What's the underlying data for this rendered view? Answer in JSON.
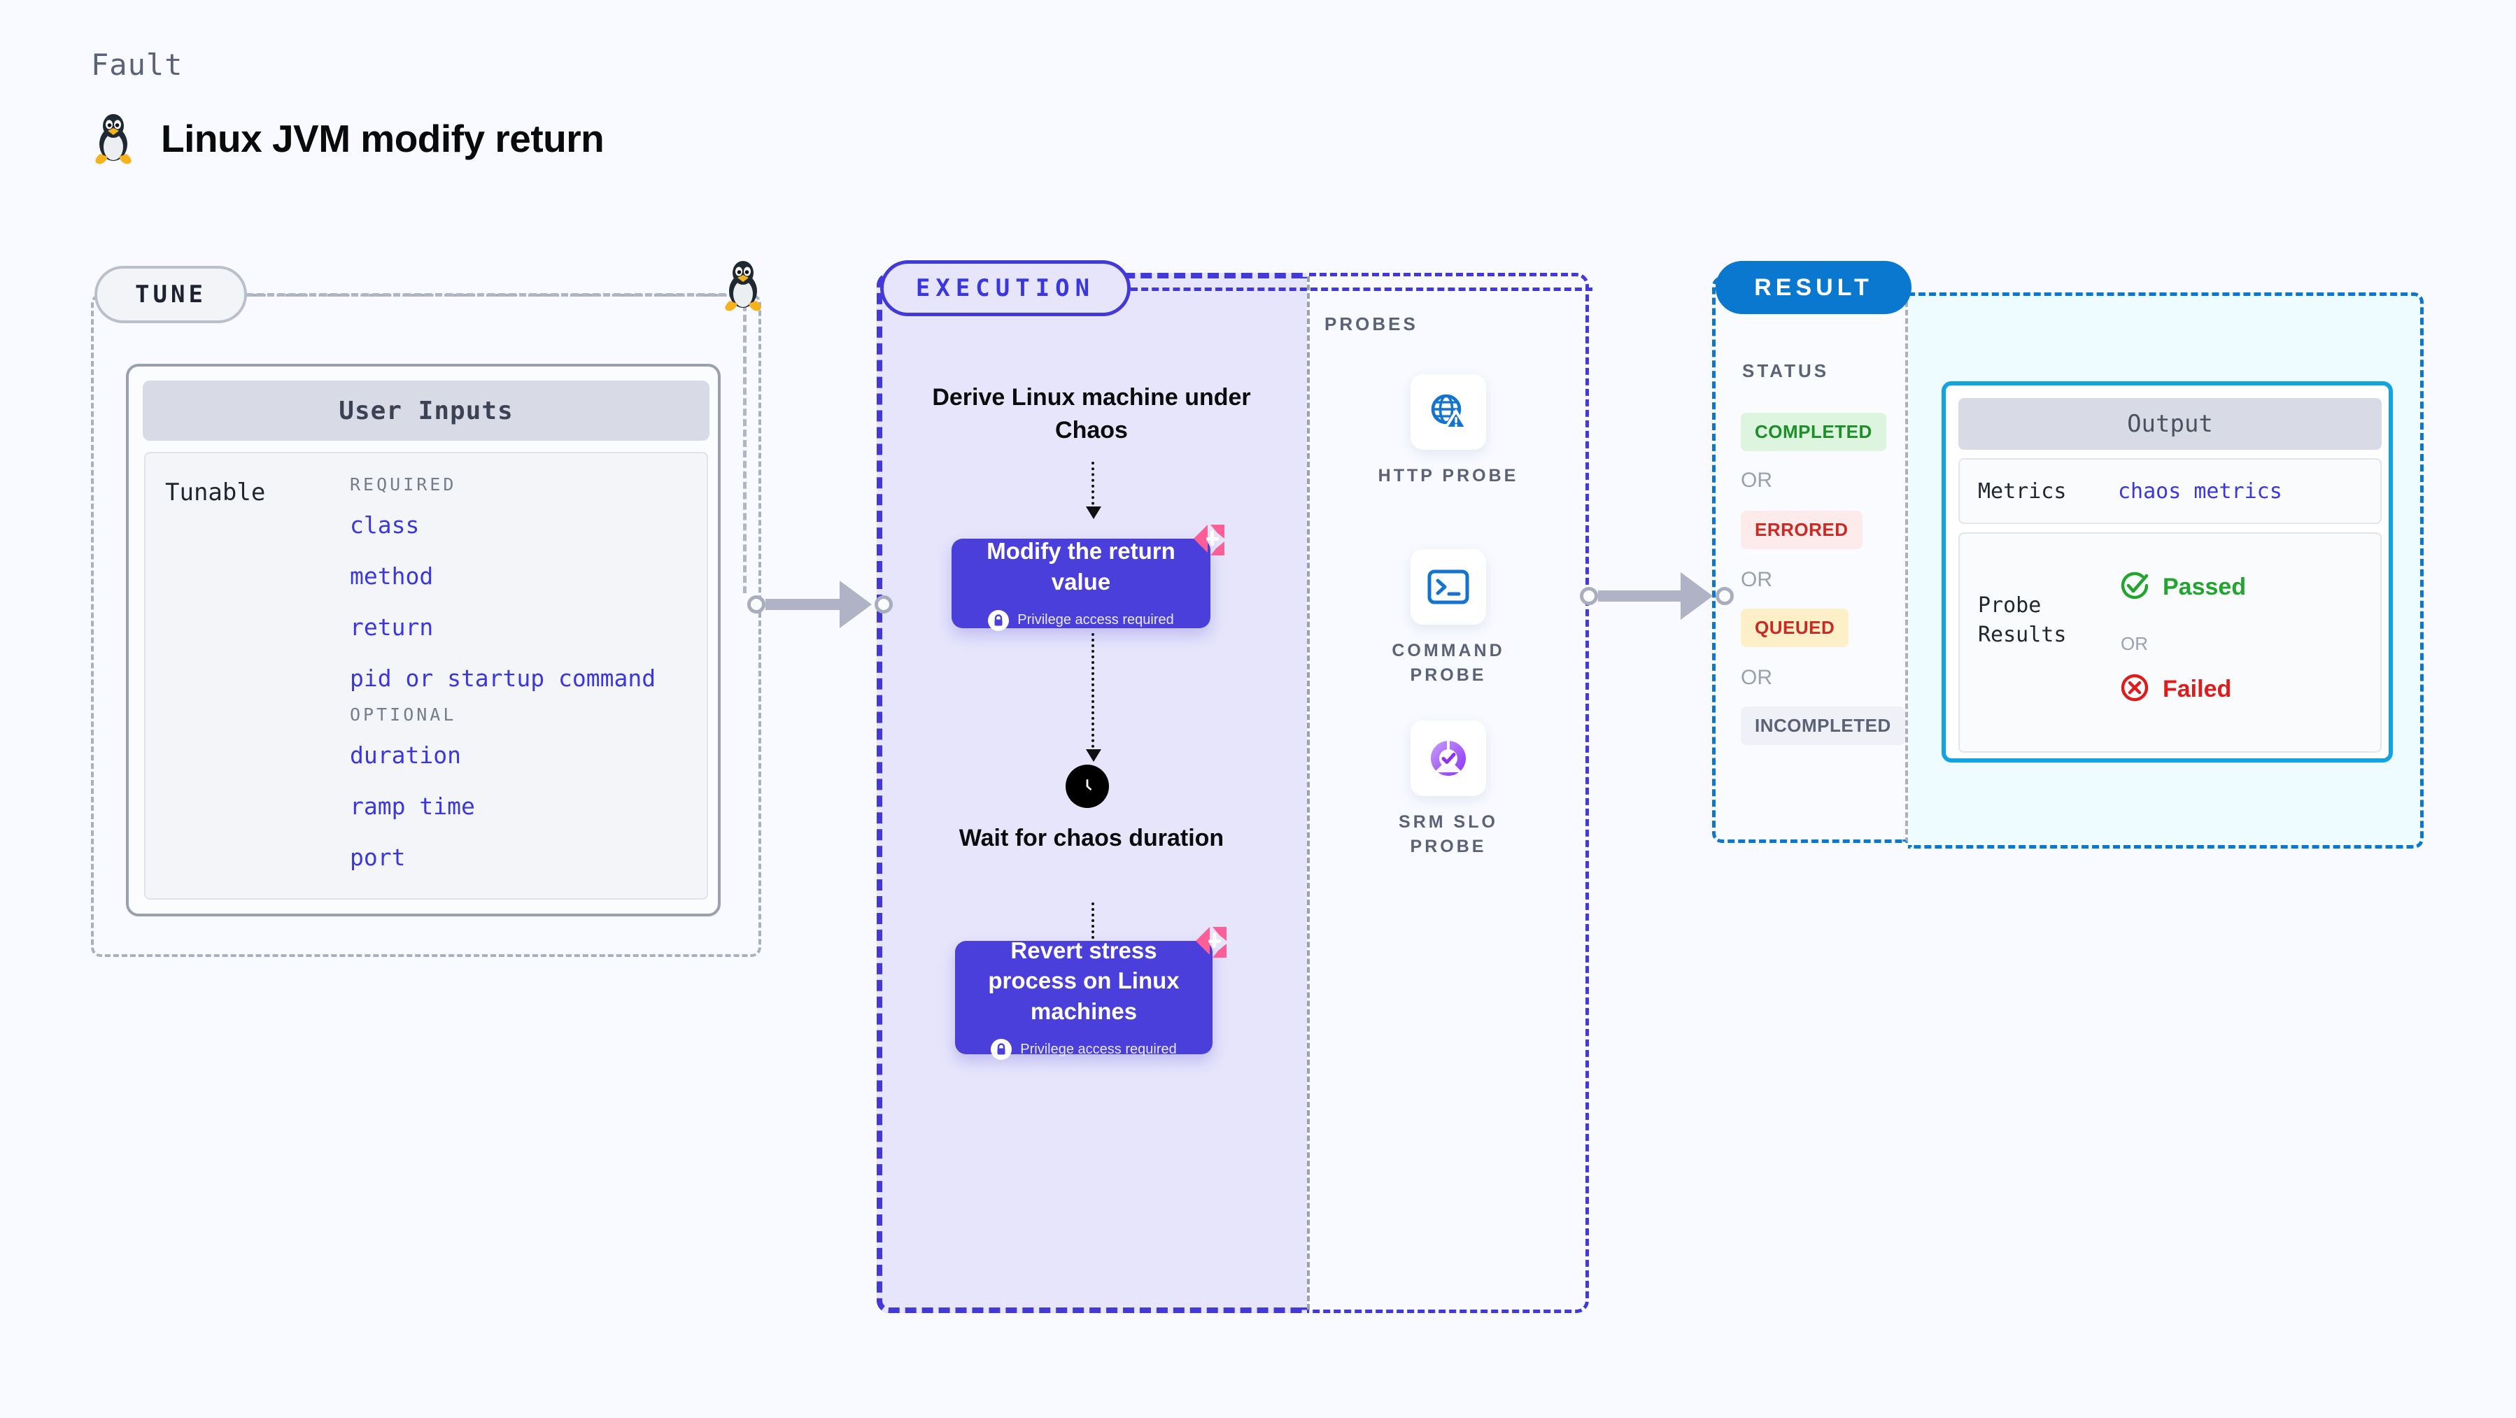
{
  "header": {
    "kicker": "Fault",
    "title": "Linux JVM modify return",
    "icon": "linux-penguin-icon"
  },
  "tune": {
    "badge": "TUNE",
    "connector_icon": "linux-penguin-icon",
    "card": {
      "title": "User Inputs",
      "row_label": "Tunable",
      "groups": [
        {
          "title": "REQUIRED",
          "items": [
            "class",
            "method",
            "return",
            "pid or startup command"
          ]
        },
        {
          "title": "OPTIONAL",
          "items": [
            "duration",
            "ramp time",
            "port"
          ]
        }
      ]
    }
  },
  "execution": {
    "badge": "EXECUTION",
    "steps": [
      {
        "type": "text",
        "label": "Derive Linux machine under Chaos"
      },
      {
        "type": "node",
        "label": "Modify the return value",
        "privilege": "Privilege access required",
        "badge_icon": "litmus-chaos-icon",
        "lock_icon": "lock-icon"
      },
      {
        "type": "wait",
        "label": "Wait for chaos duration",
        "icon": "clock-icon"
      },
      {
        "type": "node",
        "label": "Revert stress process on Linux machines",
        "privilege": "Privilege access required",
        "badge_icon": "litmus-chaos-icon",
        "lock_icon": "lock-icon"
      }
    ]
  },
  "probes": {
    "title": "PROBES",
    "items": [
      {
        "label": "HTTP PROBE",
        "icon": "globe-warning-icon"
      },
      {
        "label": "COMMAND PROBE",
        "icon": "terminal-icon"
      },
      {
        "label": "SRM SLO PROBE",
        "icon": "donut-check-icon"
      }
    ]
  },
  "result": {
    "badge": "RESULT",
    "status_title": "STATUS",
    "or_label": "OR",
    "statuses": [
      {
        "label": "COMPLETED",
        "bg": "#ddf5df",
        "fg": "#1c8f28"
      },
      {
        "label": "ERRORED",
        "bg": "#fdeaea",
        "fg": "#c92a24"
      },
      {
        "label": "QUEUED",
        "bg": "#fdf0c8",
        "fg": "#c92a24"
      },
      {
        "label": "INCOMPLETED",
        "bg": "#eff1f7",
        "fg": "#5b6277"
      }
    ],
    "output": {
      "title": "Output",
      "metrics_label": "Metrics",
      "metrics_value": "chaos metrics",
      "probe_results_label": "Probe Results",
      "passed": {
        "label": "Passed",
        "color": "#22a52e",
        "icon": "check-circle-icon"
      },
      "failed": {
        "label": "Failed",
        "color": "#e01b1b",
        "icon": "x-circle-icon"
      },
      "or_label": "OR"
    }
  },
  "colors": {
    "canvas": "#f8faff",
    "execution_fill": "#e6e5fb",
    "execution_border": "#4338d8",
    "node_fill": "#4a3fdb",
    "result_border": "#0b78d0",
    "output_fill": "#eefbff",
    "output_border": "#12a4e0",
    "litmus_pink": "#fb5f96",
    "tunable_value": "#3b37e0"
  }
}
